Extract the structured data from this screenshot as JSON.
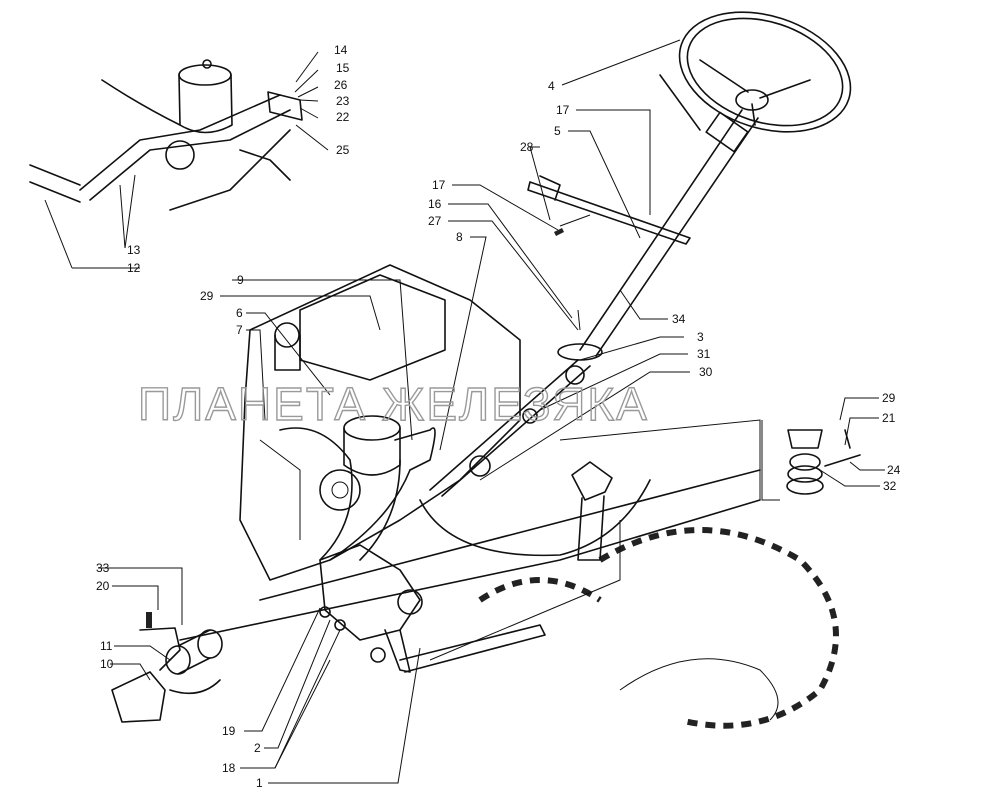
{
  "watermark": "ПЛАНЕТА ЖЕЛЕЗЯКА",
  "callouts": {
    "n1": "1",
    "n2": "2",
    "n3": "3",
    "n4": "4",
    "n5": "5",
    "n6": "6",
    "n7": "7",
    "n8": "8",
    "n9": "9",
    "n10": "10",
    "n11": "11",
    "n12": "12",
    "n13": "13",
    "n14": "14",
    "n15": "15",
    "n16": "16",
    "n17a": "17",
    "n17b": "17",
    "n18": "18",
    "n19": "19",
    "n20": "20",
    "n21": "21",
    "n22": "22",
    "n23": "23",
    "n24": "24",
    "n25": "25",
    "n26": "26",
    "n27": "27",
    "n28": "28",
    "n29a": "29",
    "n29b": "29",
    "n30": "30",
    "n31": "31",
    "n32": "32",
    "n33": "33",
    "n34": "34"
  },
  "icons": {
    "steering_wheel": "steering-wheel-icon",
    "oil_tank": "oil-tank-icon",
    "engine": "engine-icon",
    "tire": "tire-icon"
  }
}
